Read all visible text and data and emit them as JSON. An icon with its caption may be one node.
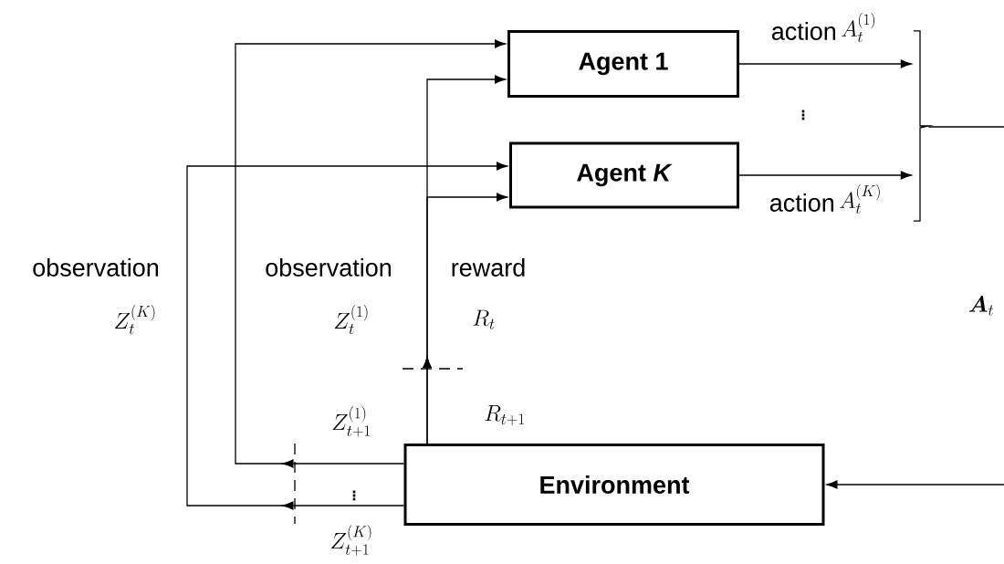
{
  "diagram": {
    "nodes": [
      {
        "text": [
          "Agent 1"
        ]
      },
      {
        "text": [
          "Agent *K*"
        ]
      },
      {
        "text": [
          "Environment"
        ]
      },
      {
        "text": [],
        "shape": "bracket"
      }
    ],
    "edges": [
      {
        "from": 2,
        "to": 0,
        "arrow": "to"
      },
      {
        "from": 2,
        "to": 1,
        "arrow": "to"
      },
      {
        "from": 2,
        "to": 0,
        "arrow": "to"
      },
      {
        "from": 2,
        "to": 1,
        "arrow": "to"
      },
      {
        "from": 0,
        "to": 3,
        "arrow": "to"
      },
      {
        "from": 1,
        "to": 3,
        "arrow": "to"
      },
      {
        "from": null,
        "to": 2,
        "arrow": "to"
      },
      {
        "from": 3,
        "to": null,
        "arrow": "none"
      }
    ],
    "labels": [
      "observation",
      "Z_t^{(K)}",
      "observation",
      "Z_t^{(1)}",
      "reward",
      "R_t",
      "R_{t+1}",
      "Z_{t+1}^{(1)}",
      "\\vdots",
      "Z_{t+1}^{(K)}",
      "action",
      "A_t^{(1)}",
      "\\vdots",
      "action",
      "A_t^{(K)}",
      "\\boldsymbol{A}_t"
    ]
  }
}
